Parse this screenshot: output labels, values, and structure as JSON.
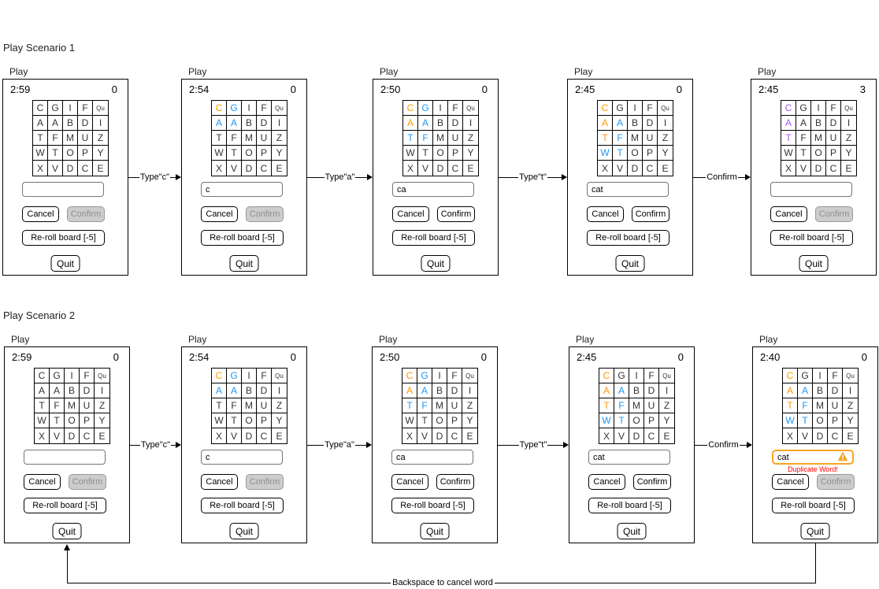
{
  "panel_title": "Play",
  "backspace_label": "Backspace to cancel word",
  "board_letters": [
    [
      "C",
      "G",
      "I",
      "F",
      "Qu"
    ],
    [
      "A",
      "A",
      "B",
      "D",
      "I"
    ],
    [
      "T",
      "F",
      "M",
      "U",
      "Z"
    ],
    [
      "W",
      "T",
      "O",
      "P",
      "Y"
    ],
    [
      "X",
      "V",
      "D",
      "C",
      "E"
    ]
  ],
  "buttons": {
    "cancel": "Cancel",
    "confirm": "Confirm",
    "reroll": "Re-roll board [-5]",
    "quit": "Quit"
  },
  "arrow_labels": [
    "Type\"c\"",
    "Type\"a\"",
    "Type\"t\"",
    "Confirm"
  ],
  "colors": {
    "selected_letter": "#ff9800",
    "adjacent_letter": "#2196f3",
    "scored_letter": "#a855f7",
    "warning_border": "#f5a623",
    "error_text": "#ff0000",
    "disabled_bg": "#cccccc",
    "disabled_text": "#8f8f8f"
  },
  "scenarios": [
    {
      "title": "Play Scenario 1",
      "panels": [
        {
          "timer": "2:59",
          "score": "0",
          "input": "",
          "confirm_enabled": false,
          "warning": "",
          "orange": [],
          "blue": [],
          "purple": []
        },
        {
          "timer": "2:54",
          "score": "0",
          "input": "c",
          "confirm_enabled": false,
          "warning": "",
          "orange": [
            [
              0,
              0
            ]
          ],
          "blue": [
            [
              0,
              1
            ],
            [
              1,
              0
            ],
            [
              1,
              1
            ]
          ],
          "purple": []
        },
        {
          "timer": "2:50",
          "score": "0",
          "input": "ca",
          "confirm_enabled": true,
          "warning": "",
          "orange": [
            [
              0,
              0
            ],
            [
              1,
              0
            ]
          ],
          "blue": [
            [
              0,
              1
            ],
            [
              1,
              1
            ],
            [
              2,
              0
            ],
            [
              2,
              1
            ]
          ],
          "purple": []
        },
        {
          "timer": "2:45",
          "score": "0",
          "input": "cat",
          "confirm_enabled": true,
          "warning": "",
          "orange": [
            [
              0,
              0
            ],
            [
              1,
              0
            ],
            [
              2,
              0
            ]
          ],
          "blue": [
            [
              1,
              1
            ],
            [
              2,
              1
            ],
            [
              3,
              0
            ],
            [
              3,
              1
            ]
          ],
          "purple": []
        },
        {
          "timer": "2:45",
          "score": "3",
          "input": "",
          "confirm_enabled": false,
          "warning": "",
          "orange": [],
          "blue": [],
          "purple": [
            [
              0,
              0
            ],
            [
              1,
              0
            ],
            [
              2,
              0
            ]
          ]
        }
      ]
    },
    {
      "title": "Play Scenario 2",
      "panels": [
        {
          "timer": "2:59",
          "score": "0",
          "input": "",
          "confirm_enabled": false,
          "warning": "",
          "orange": [],
          "blue": [],
          "purple": []
        },
        {
          "timer": "2:54",
          "score": "0",
          "input": "c",
          "confirm_enabled": false,
          "warning": "",
          "orange": [
            [
              0,
              0
            ]
          ],
          "blue": [
            [
              0,
              1
            ],
            [
              1,
              0
            ],
            [
              1,
              1
            ]
          ],
          "purple": []
        },
        {
          "timer": "2:50",
          "score": "0",
          "input": "ca",
          "confirm_enabled": true,
          "warning": "",
          "orange": [
            [
              0,
              0
            ],
            [
              1,
              0
            ]
          ],
          "blue": [
            [
              0,
              1
            ],
            [
              1,
              1
            ],
            [
              2,
              0
            ],
            [
              2,
              1
            ]
          ],
          "purple": []
        },
        {
          "timer": "2:45",
          "score": "0",
          "input": "cat",
          "confirm_enabled": true,
          "warning": "",
          "orange": [
            [
              0,
              0
            ],
            [
              1,
              0
            ],
            [
              2,
              0
            ]
          ],
          "blue": [
            [
              1,
              1
            ],
            [
              2,
              1
            ],
            [
              3,
              0
            ],
            [
              3,
              1
            ]
          ],
          "purple": []
        },
        {
          "timer": "2:40",
          "score": "0",
          "input": "cat",
          "confirm_enabled": false,
          "warning": "Duplicate Word!",
          "orange": [
            [
              0,
              0
            ],
            [
              1,
              0
            ],
            [
              2,
              0
            ]
          ],
          "blue": [
            [
              1,
              1
            ],
            [
              2,
              1
            ],
            [
              3,
              0
            ],
            [
              3,
              1
            ]
          ],
          "purple": []
        }
      ]
    }
  ]
}
